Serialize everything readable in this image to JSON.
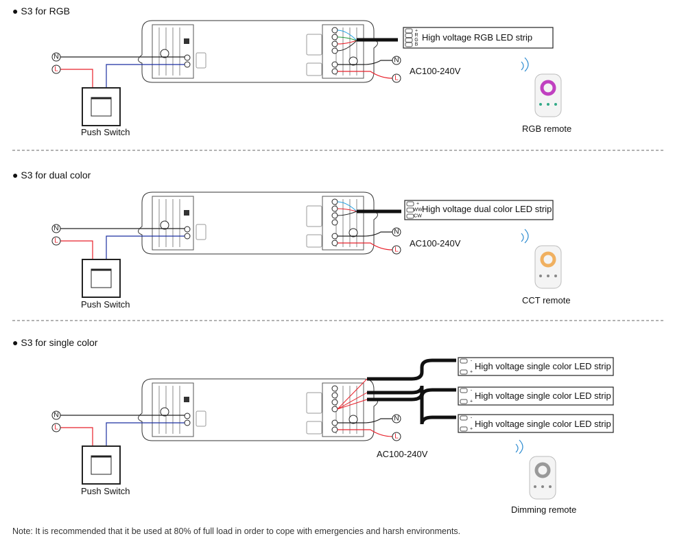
{
  "sections": [
    {
      "title": "S3 for RGB",
      "switch_label": "Push Switch",
      "input_label": "AC100-240V",
      "strips": [
        "High voltage RGB LED strip"
      ],
      "strip_terminals": [
        "+",
        "R",
        "G",
        "B"
      ],
      "remote_label": "RGB remote",
      "remote_type": "rgb-wheel"
    },
    {
      "title": "S3 for dual color",
      "switch_label": "Push Switch",
      "input_label": "AC100-240V",
      "strips": [
        "High voltage dual color LED strip"
      ],
      "strip_terminals": [
        "+",
        "WW",
        "CW"
      ],
      "remote_label": "CCT remote",
      "remote_type": "cct-wheel"
    },
    {
      "title": "S3 for single color",
      "switch_label": "Push Switch",
      "input_label": "AC100-240V",
      "strips": [
        "High voltage single color LED strip",
        "High voltage single color LED strip",
        "High voltage single color LED strip"
      ],
      "strip_terminals": [
        "-",
        "+"
      ],
      "remote_label": "Dimming remote",
      "remote_type": "dimming-wheel"
    }
  ],
  "terminal_labels": {
    "neutral": "N",
    "live": "L"
  },
  "note": "Note: It is recommended that it be used at 80% of full load in order to cope with emergencies and harsh environments.",
  "colors": {
    "live": "#e8202a",
    "neutral": "#222222",
    "switch_wire": "#1a2fa0",
    "blue": "#22a0e0",
    "green": "#1a9a3a"
  }
}
